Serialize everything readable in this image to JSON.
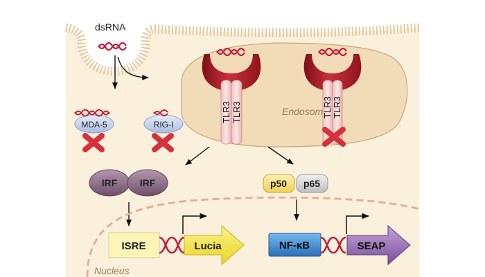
{
  "labels": {
    "dsrna": "dsRNA",
    "mda5": "MDA-5",
    "rigi": "RIG-I",
    "tlr3": "TLR3",
    "endosome": "Endosome",
    "irf": "IRF",
    "p50": "p50",
    "p65": "p65",
    "isre": "ISRE",
    "lucia": "Lucia",
    "nfkb": "NF-κB",
    "seap": "SEAP",
    "nucleus": "Nucleus"
  },
  "colors": {
    "background": "#ffffff",
    "cell": "#faf0dc",
    "membrane": "#e9d6b3",
    "endosome": "#f2dcb7",
    "receptor": "#b0292e",
    "dna": "#c41e3a",
    "inhibition": "#d6313a",
    "irf": "#8c6a85",
    "p50": "#fae48e",
    "p65": "#dcdcdc",
    "nucleus_border": "#e3aea0",
    "isre": "#fdf4b8",
    "lucia": "#f6e743",
    "nfkb": "#4791d4",
    "seap": "#9a72b2",
    "sensor": "#ccd8ee"
  },
  "icons": {
    "inhibition": "red-cross-icon",
    "activation": "arrow-icon",
    "promoter": "bent-arrow-icon"
  }
}
